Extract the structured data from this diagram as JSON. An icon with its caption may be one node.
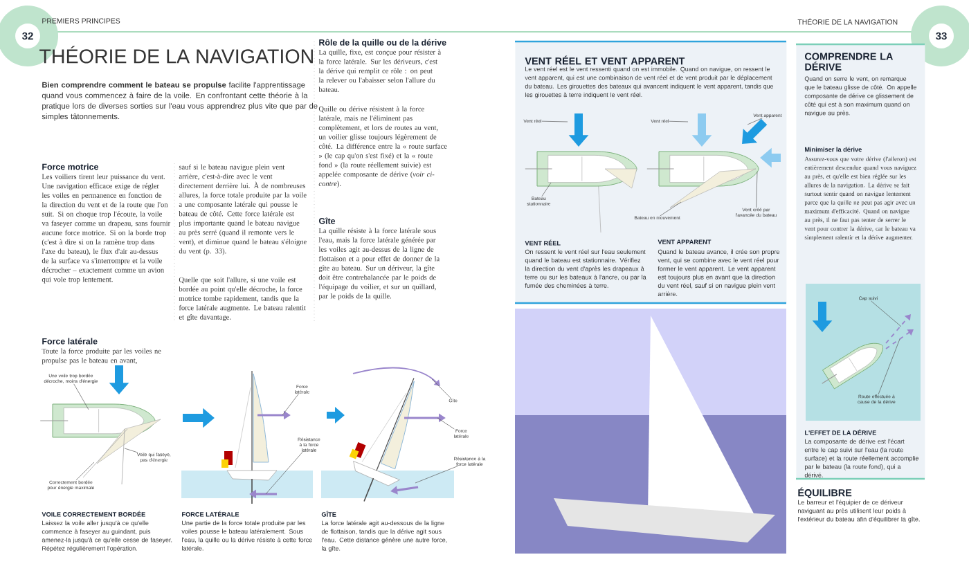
{
  "diagram": {
    "title": "THÉORIE DE LA NAVIGATION",
    "nodes": [
      {
        "text": [
          "VENT RÉEL ET VENT APPARENT",
          "Le vent réel est le vent ressenti quand on est immobile. Quand on navigue, on ressent le vent apparent, qui est une combinaison de vent réel et de vent produit par le déplacement du bateau. Les girouettes des bateaux qui avancent indiquent le vent apparent, tandis que les girouettes à terre indiquent le vent réel.",
          "VENT RÉEL",
          "On ressent le vent réel sur l'eau seulement quand le bateau est stationnaire. Vérifiez la direction du vent d'après les drapeaux à terre ou sur les bateaux à l'ancre, ou par la fumée des cheminées à terre.",
          "VENT APPARENT",
          "Quand le bateau avance, il crée son propre vent, qui se combine avec le vent réel pour former le vent apparent. Le vent apparent est toujours plus en avant que la direction du vent réel, sauf si on navigue plein vent arrière."
        ]
      },
      {
        "text": [
          "Vent réel"
        ],
        "in": 0
      },
      {
        "text": [
          "Bateau stationnaire"
        ],
        "in": 0
      },
      {
        "text": [
          "Vent réel"
        ],
        "in": 0
      },
      {
        "text": [
          "Vent apparent"
        ],
        "in": 0
      },
      {
        "text": [
          "Bateau en mouvement"
        ],
        "in": 0
      },
      {
        "text": [
          "Vent créé par l'avancée du bateau"
        ],
        "in": 0
      },
      {
        "text": [
          "COMPRENDRE LA DÉRIVE",
          "Quand on serre le vent, on remarque que le bateau glisse de côté. On appelle composante de dérive ce glissement de côté qui est à son maximum quand on navigue au près.",
          "Minimiser la dérive",
          "Assurez-vous que votre dérive (l'aileron) est entièrement descendue quand vous naviguez au près, et qu'elle est bien réglée sur les allures de la navigation. La dérive se fait surtout sentir quand on navigue lentement parce que la quille ne peut pas agir avec un maximum d'efficacité. Quand on navigue au près, il ne faut pas tenter de serrer le vent pour contrer la dérive, car le bateau va simplement ralentir et la dérive augmenter.",
          "L'EFFET DE LA DÉRIVE",
          "La composante de dérive est l'écart entre le cap suivi sur l'eau (la route surface) et la route réellement accomplie par le bateau (la route fond), qui a dérivé."
        ]
      },
      {
        "text": [
          "Cap suivi"
        ],
        "in": 7
      },
      {
        "text": [
          "Route effectuée à cause de la dérive"
        ],
        "in": 7
      },
      {
        "text": [
          "Une voile trop bordée décroche, moins d'énergie"
        ]
      },
      {
        "text": [
          "Voile qui faseye, pas d'énergie"
        ]
      },
      {
        "text": [
          "Correctement bordée pour énergie maximale"
        ]
      },
      {
        "text": [
          "Force latérale"
        ]
      },
      {
        "text": [
          "Résistance à la force latérale"
        ]
      },
      {
        "text": [
          "Gîte"
        ]
      },
      {
        "text": [
          "Force latérale"
        ]
      },
      {
        "text": [
          "Résistance à la force latérale"
        ]
      },
      {
        "text": [],
        "shape": "picture"
      },
      {
        "text": [],
        "shape": "picture",
        "in": 0
      },
      {
        "text": [],
        "shape": "picture",
        "in": 0
      },
      {
        "text": [],
        "shape": "picture",
        "in": 7
      },
      {
        "text": [],
        "shape": "picture"
      },
      {
        "text": [],
        "shape": "picture"
      }
    ],
    "edges": [
      {
        "from": 1,
        "to": null,
        "arrow": "none"
      },
      {
        "from": 2,
        "to": 19,
        "arrow": "none"
      },
      {
        "from": 3,
        "to": null,
        "arrow": "none"
      },
      {
        "from": 4,
        "to": null,
        "arrow": "none"
      },
      {
        "from": 5,
        "to": 20,
        "arrow": "none"
      },
      {
        "from": 6,
        "to": 20,
        "arrow": "none"
      },
      {
        "from": 8,
        "to": 21,
        "arrow": "none"
      },
      {
        "from": 9,
        "to": 21,
        "arrow": "none"
      },
      {
        "from": 10,
        "to": 18,
        "arrow": "none"
      },
      {
        "from": 11,
        "to": 18,
        "arrow": "none"
      },
      {
        "from": 12,
        "to": 18,
        "arrow": "none"
      },
      {
        "from": 13,
        "to": 22,
        "arrow": "none"
      },
      {
        "from": 14,
        "to": 22,
        "arrow": "none"
      },
      {
        "from": 15,
        "to": 23,
        "arrow": "none"
      },
      {
        "from": 16,
        "to": 23,
        "arrow": "none"
      },
      {
        "from": 17,
        "to": 23,
        "arrow": "none"
      }
    ],
    "labels": [
      "32",
      "PREMIERS PRINCIPES",
      "THÉORIE DE LA NAVIGATION",
      "33",
      "**Bien comprendre comment le bateau se propulse** facilite l'apprentissage quand vous commencez à faire de la voile. En confrontant cette théorie à la pratique lors de diverses sorties sur l'eau vous apprendrez plus vite que par de simples tâtonnements.",
      "Force motrice",
      "Les voiliers tirent leur puissance du vent. Une navigation efficace exige de régler les voiles en permanence en fonction de la direction du vent et de la route que l'on suit. Si on choque trop l'écoute, la voile va faseyer comme un drapeau, sans fournir aucune force motrice. Si on la borde trop (c'est à dire si on la ramène trop dans l'axe du bateau), le flux d'air au-dessus de la surface va s'interrompre et la voile décrocher – exactement comme un avion qui vole trop lentement.",
      "Force latérale",
      "Toute la force produite par les voiles ne propulse pas le bateau en avant,",
      "sauf si le bateau navigue plein vent arrière, c'est-à-dire avec le vent directement derrière lui. À de nombreuses allures, la force totale produite par la voile a une composante latérale qui pousse le bateau de côté. Cette force latérale est plus importante quand le bateau navigue au près serré (quand il remonte vers le vent), et diminue quand le bateau s'éloigne du vent (p. 33).",
      "Quelle que soit l'allure, si une voile est bordée au point qu'elle décroche, la force motrice tombe rapidement, tandis que la force latérale augmente. Le bateau ralentit et gîte davantage.",
      "Rôle de la quille ou de la dérive",
      "La quille, fixe, est conçue pour résister à la force latérale. Sur les dériveurs, c'est la dérive qui remplit ce rôle : on peut la relever ou l'abaisser selon l'allure du bateau.",
      "Quille ou dérive résistent à la force latérale, mais ne l'éliminent pas complètement, et lors de routes au vent, un voilier glisse toujours légèrement de côté. La différence entre la « route surface » (le cap qu'on s'est fixé) et la « route fond » (la route réellement suivie) est appelée composante de dérive (*voir ci-contre*).",
      "Gîte",
      "La quille résiste à la force latérale sous l'eau, mais la force latérale générée par les voiles agit au-dessus de la ligne de flottaison et a pour effet de donner de la gîte au bateau. Sur un dériveur, la gîte doit être contrebalancée par le poids de l'équipage du voilier, et sur un quillard, par le poids de la quille.",
      "VOILE CORRECTEMENT BORDÉE",
      "Laissez la voile aller jusqu'à ce qu'elle commence à faseyer au guindant, puis amenez-la jusqu'à ce qu'elle cesse de faseyer. Répétez régulièrement l'opération.",
      "FORCE LATÉRALE",
      "Une partie de la force totale produite par les voiles pousse le bateau latéralement. Sous l'eau, la quille ou la dérive résiste à cette force latérale.",
      "GÎTE",
      "La force latérale agit au-dessous de la ligne de flottaison, tandis que la dérive agit sous l'eau. Cette distance génère une autre force, la gîte.",
      "ÉQUILIBRE",
      "Le barreur et l'équipier de ce dériveur naviguant au près utilisent leur poids à l'extérieur du bateau afin d'équilibrer la gîte."
    ]
  }
}
